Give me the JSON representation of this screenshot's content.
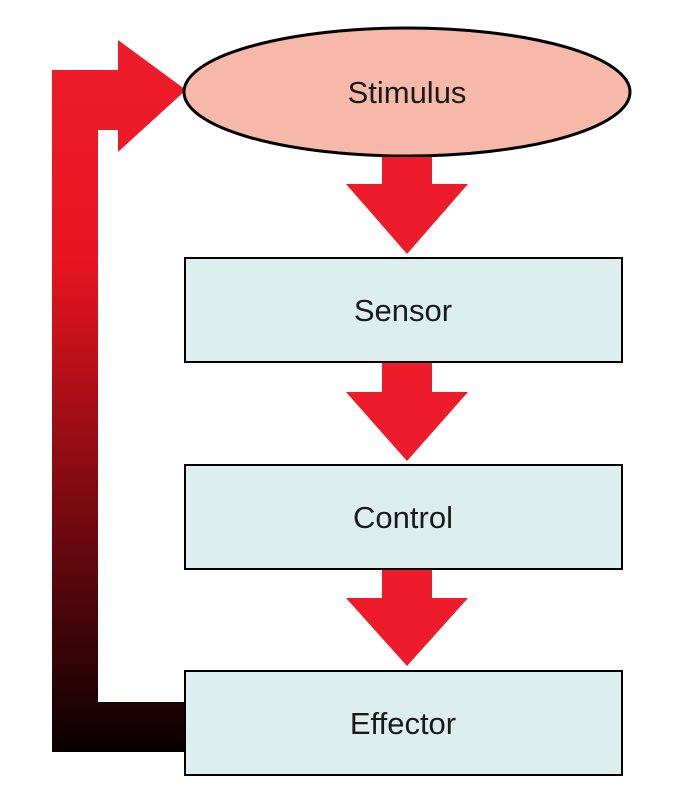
{
  "nodes": {
    "stimulus": "Stimulus",
    "sensor": "Sensor",
    "control": "Control",
    "effector": "Effector"
  },
  "colors": {
    "stimulus_fill": "#f6b8a8",
    "box_fill": "#dcefee",
    "arrow_red": "#ee1c2a",
    "feedback_top": "#ee1c2a",
    "feedback_bottom": "#0a0000",
    "outline": "#000000"
  }
}
